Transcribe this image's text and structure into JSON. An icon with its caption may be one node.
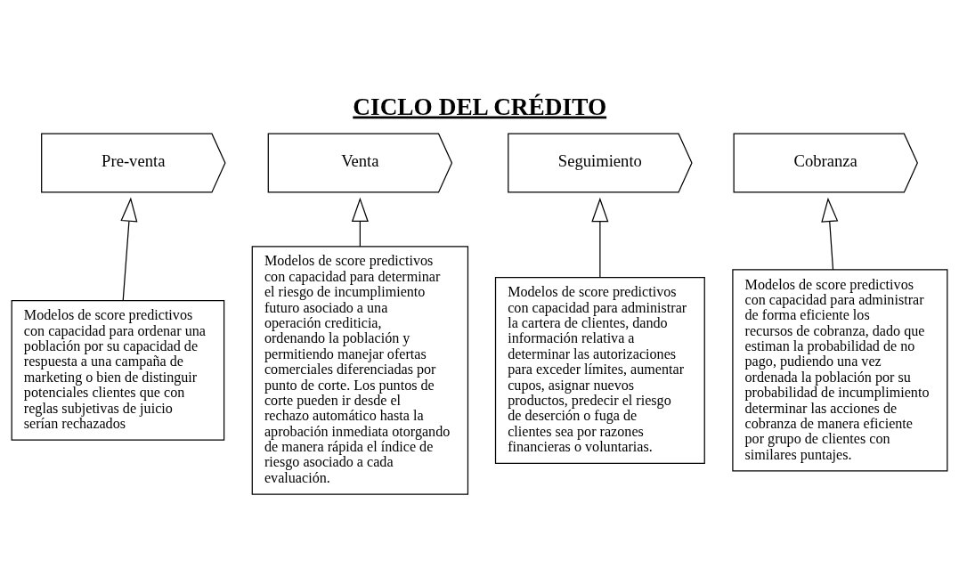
{
  "diagram": {
    "title": "CICLO DEL CRÉDITO",
    "nodes": [
      {
        "text": [
          "Pre-venta"
        ]
      },
      {
        "text": [
          "Venta"
        ]
      },
      {
        "text": [
          "Seguimiento"
        ]
      },
      {
        "text": [
          "Cobranza"
        ]
      },
      {
        "text": [
          "Modelos de score predictivos con capacidad para ordenar una población por su capacidad de respuesta a una campaña de marketing o bien de distinguir potenciales clientes que con reglas subjetivas de juicio serían rechazados"
        ]
      },
      {
        "text": [
          "Modelos de score predictivos con capacidad para determinar el riesgo de incumplimiento futuro asociado a una operación crediticia, ordenando la población y permitiendo manejar ofertas comerciales diferenciadas por punto de corte. Los puntos de corte pueden ir desde el rechazo automático hasta la aprobación inmediata otorgando de manera rápida el índice de riesgo asociado a cada evaluación."
        ]
      },
      {
        "text": [
          "Modelos de score predictivos con capacidad para administrar la cartera de clientes, dando información relativa a determinar las autorizaciones para exceder límites, aumentar cupos, asignar nuevos productos, predecir el riesgo de deserción o fuga de clientes sea por razones financieras o voluntarias."
        ]
      },
      {
        "text": [
          "Modelos de score predictivos con capacidad para administrar de forma eficiente los recursos de cobranza, dado que estiman la probabilidad de no pago, pudiendo una vez ordenada la población por su probabilidad de incumplimiento determinar las acciones de cobranza de manera eficiente por grupo de clientes con similares puntajes."
        ]
      }
    ],
    "edges": [
      {
        "from": 4,
        "to": 0,
        "arrow": "to"
      },
      {
        "from": 5,
        "to": 1,
        "arrow": "to"
      },
      {
        "from": 6,
        "to": 2,
        "arrow": "to"
      },
      {
        "from": 7,
        "to": 3,
        "arrow": "to"
      }
    ]
  }
}
